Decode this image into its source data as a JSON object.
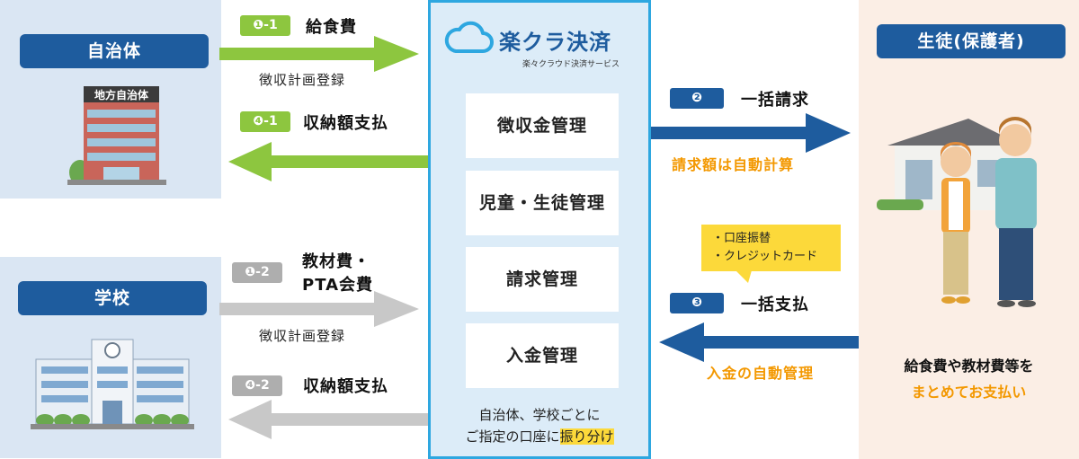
{
  "municipality": {
    "title": "自治体",
    "building_sign": "地方自治体"
  },
  "school": {
    "title": "学校"
  },
  "student": {
    "title": "生徒(保護者)",
    "line1": "給食費や教材費等を",
    "line2": "まとめてお支払い"
  },
  "service": {
    "logo_name": "楽クラ決済",
    "logo_tagline": "楽々クラウド決済サービス",
    "items": [
      "徴収金管理",
      "児童・生徒管理",
      "請求管理",
      "入金管理"
    ],
    "footer_line1": "自治体、学校ごとに",
    "footer_line2_prefix": "ご指定の口座に",
    "footer_line2_highlight": "振り分け"
  },
  "flows": {
    "f1_1": {
      "badge": "❶-1",
      "label": "給食費",
      "sub": "徴収計画登録"
    },
    "f4_1": {
      "badge": "❹-1",
      "label": "収納額支払"
    },
    "f1_2": {
      "badge": "❶-2",
      "label_line1": "教材費・",
      "label_line2": "PTA会費",
      "sub": "徴収計画登録"
    },
    "f4_2": {
      "badge": "❹-2",
      "label": "収納額支払"
    },
    "f2": {
      "badge": "❷",
      "label": "一括請求",
      "note": "請求額は自動計算"
    },
    "f3": {
      "badge": "❸",
      "label": "一括支払",
      "note": "入金の自動管理"
    },
    "payment_methods": [
      "・口座振替",
      "・クレジットカード"
    ]
  },
  "colors": {
    "navy": "#1e5c9e",
    "green": "#8dc63f",
    "gray": "#c8c8c8",
    "orange": "#f39800",
    "accent_blue": "#2ea7e0",
    "callout_yellow": "#fcd93a"
  }
}
